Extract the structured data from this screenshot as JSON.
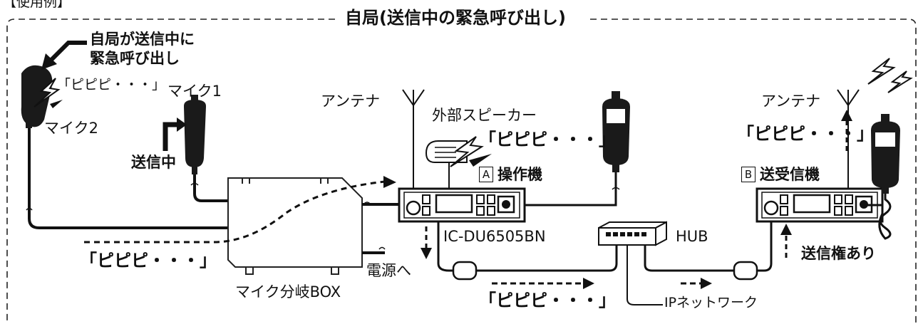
{
  "header_label": "【使用例】",
  "frame_title": "自局(送信中の緊急呼び出し)",
  "callout": {
    "line1": "自局が送信中に",
    "line2": "緊急呼び出し"
  },
  "labels": {
    "mic2": "マイク2",
    "mic1": "マイク1",
    "transmitting": "送信中",
    "antenna_left": "アンテナ",
    "antenna_right": "アンテナ",
    "external_speaker": "外部スピーカー",
    "unit_a_badge": "A",
    "unit_a": "操作機",
    "unit_b_badge": "B",
    "unit_b": "送受信機",
    "model": "IC-DU6505BN",
    "hub": "HUB",
    "transmit_right": "送信権あり",
    "power": "電源へ",
    "mic_box": "マイク分岐BOX",
    "ip_network": "IPネットワーク"
  },
  "tones": {
    "mic2_tone": "「ピピピ・・・」",
    "speaker_tone": "「ピピピ・・・」",
    "right_tone": "「ピピピ・・・」",
    "left_bottom_tone": "「ピピピ・・・」",
    "center_bottom_tone": "「ピピピ・・・」"
  },
  "icons": [
    "antenna-icon",
    "microphone-icon",
    "speaker-icon",
    "hub-icon",
    "radio-unit-icon",
    "lightning-icon",
    "arrow-icon",
    "mic-branch-box-icon"
  ]
}
